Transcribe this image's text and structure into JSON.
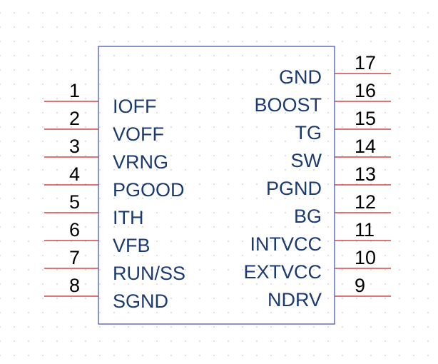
{
  "colors": {
    "body_outline": "#3b4bb8",
    "pin_line": "#cc2222",
    "pin_name": "#1b3a72",
    "pin_number": "#000000",
    "grid_dot": "#d4d4d4"
  },
  "component": {
    "left_pins": [
      {
        "number": "1",
        "name": "IOFF"
      },
      {
        "number": "2",
        "name": "VOFF"
      },
      {
        "number": "3",
        "name": "VRNG"
      },
      {
        "number": "4",
        "name": "PGOOD"
      },
      {
        "number": "5",
        "name": "ITH"
      },
      {
        "number": "6",
        "name": "VFB"
      },
      {
        "number": "7",
        "name": "RUN/SS"
      },
      {
        "number": "8",
        "name": "SGND"
      }
    ],
    "right_pins": [
      {
        "number": "17",
        "name": "GND"
      },
      {
        "number": "16",
        "name": "BOOST"
      },
      {
        "number": "15",
        "name": "TG"
      },
      {
        "number": "14",
        "name": "SW"
      },
      {
        "number": "13",
        "name": "PGND"
      },
      {
        "number": "12",
        "name": "BG"
      },
      {
        "number": "11",
        "name": "INTVCC"
      },
      {
        "number": "10",
        "name": "EXTVCC"
      },
      {
        "number": "9",
        "name": "NDRV"
      }
    ]
  }
}
